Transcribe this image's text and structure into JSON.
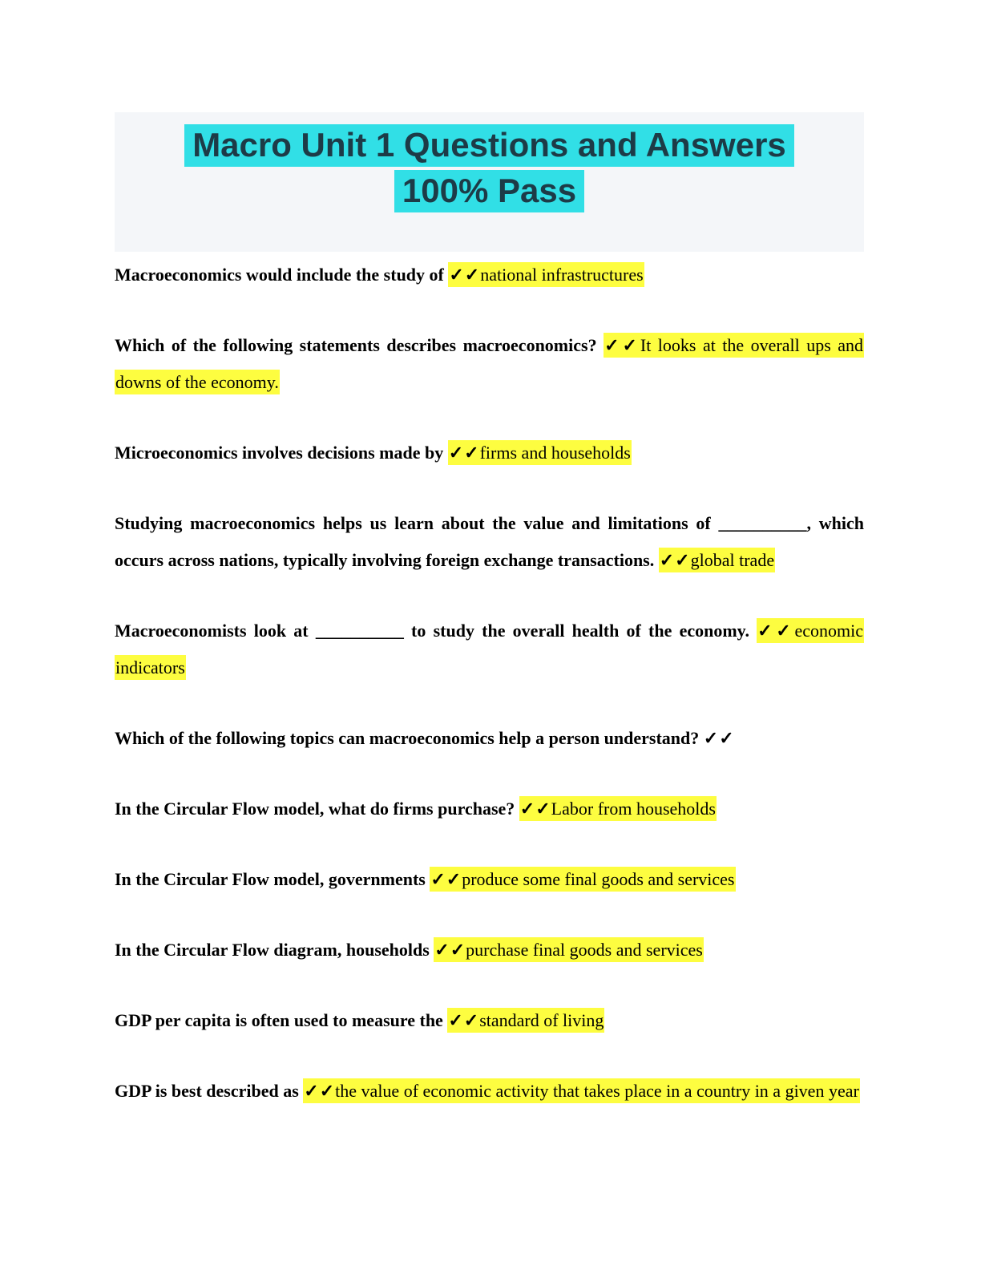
{
  "title": {
    "line1": "Macro Unit 1 Questions and Answers",
    "line2": "100% Pass"
  },
  "colors": {
    "title_text": "#1d3b47",
    "title_highlight": "#31dfe6",
    "title_band": "#f4f6f9",
    "answer_highlight": "#fdfd40"
  },
  "checks": "✓✓",
  "qa_items": [
    {
      "question": "Macroeconomics would include the study of",
      "answer": "national infrastructures",
      "answer_highlighted": true
    },
    {
      "question": "Which of the following statements describes macroeconomics?",
      "answer": "It looks at the overall ups and downs of the economy.",
      "answer_highlighted": true
    },
    {
      "question": "Microeconomics involves decisions made by",
      "answer": "firms and households",
      "answer_highlighted": true
    },
    {
      "question": "Studying macroeconomics helps us learn about the value and limitations of __________, which occurs across nations, typically involving foreign exchange transactions.",
      "answer": "global trade",
      "answer_highlighted": true
    },
    {
      "question": "Macroeconomists look at __________ to study the overall health of the economy.",
      "answer": "economic indicators",
      "answer_highlighted": true
    },
    {
      "question": "Which of the following topics can macroeconomics help a person understand?",
      "answer": "",
      "answer_highlighted": false
    },
    {
      "question": "In the Circular Flow model, what do firms purchase?",
      "answer": "Labor from households",
      "answer_highlighted": true
    },
    {
      "question": "In the Circular Flow model, governments",
      "answer": "produce some final goods and services",
      "answer_highlighted": true
    },
    {
      "question": "In the Circular Flow diagram, households",
      "answer": "purchase final goods and services",
      "answer_highlighted": true
    },
    {
      "question": "GDP per capita is often used to measure the",
      "answer": "standard of living",
      "answer_highlighted": true
    },
    {
      "question": "GDP is best described as",
      "answer": "the value of economic activity that takes place in a country in a given year",
      "answer_highlighted": true
    }
  ]
}
